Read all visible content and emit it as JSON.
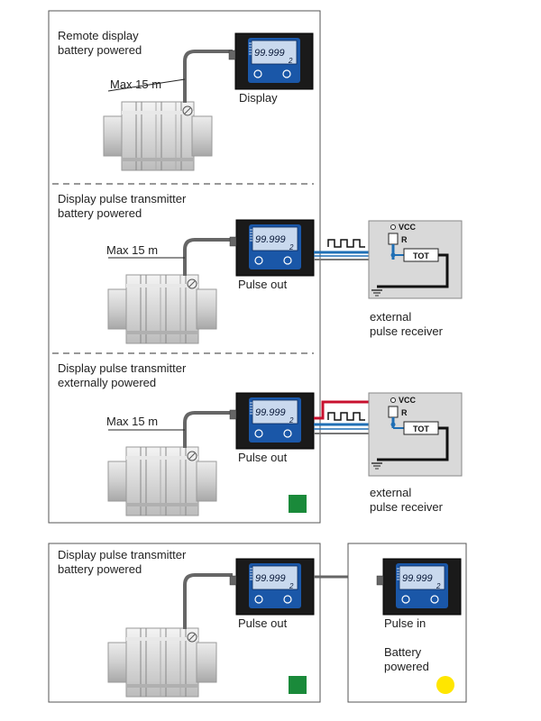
{
  "panels": [
    {
      "title_line1": "Remote display",
      "title_line2": "battery powered",
      "cable_label": "Max 15 m",
      "device_caption": "Display",
      "lcd_value": "99.999",
      "lcd_sub": "2"
    },
    {
      "title_line1": "Display pulse transmitter",
      "title_line2": "battery powered",
      "cable_label": "Max 15 m",
      "device_caption": "Pulse out",
      "lcd_value": "99.999",
      "lcd_sub": "2",
      "receiver": {
        "vcc": "VCC",
        "r": "R",
        "tot": "TOT",
        "caption_line1": "external",
        "caption_line2": "pulse receiver"
      }
    },
    {
      "title_line1": "Display pulse transmitter",
      "title_line2": "externally powered",
      "cable_label": "Max 15 m",
      "device_caption": "Pulse out",
      "lcd_value": "99.999",
      "lcd_sub": "2",
      "receiver": {
        "vcc": "VCC",
        "r": "R",
        "tot": "TOT",
        "caption_line1": "external",
        "caption_line2": "pulse receiver"
      }
    },
    {
      "title_line1": "Display pulse transmitter",
      "title_line2": "battery powered",
      "device_caption": "Pulse out",
      "lcd_value": "99.999",
      "lcd_sub": "2"
    }
  ],
  "remote": {
    "caption": "Pulse in",
    "note_line1": "Battery",
    "note_line2": "powered",
    "lcd_value": "99.999",
    "lcd_sub": "2"
  },
  "colors": {
    "power_wire": "#c8102e",
    "signal_wire": "#1f6fb5",
    "ground_wire": "#111111",
    "green_marker": "#1a8a3a",
    "yellow_marker": "#ffe600",
    "lcd_bg": "#c9d9ee",
    "display_body": "#1a1a1a",
    "display_blue": "#1a57a8",
    "receiver_bg": "#d9d9d9"
  }
}
